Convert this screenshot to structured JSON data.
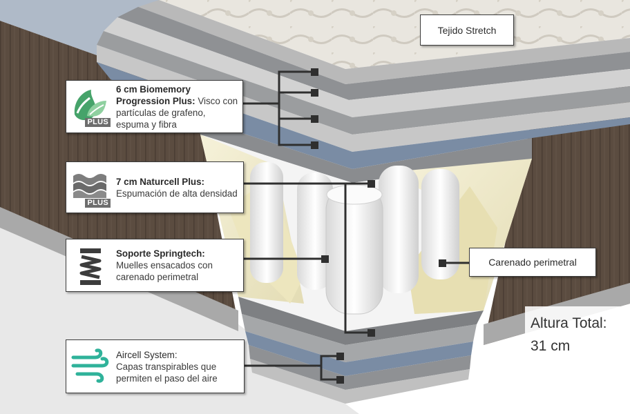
{
  "labels": {
    "tejido": "Tejido Stretch",
    "carenado": "Carenado perimetral"
  },
  "callouts": {
    "biomemory": {
      "title": "6 cm Biomemory Progression Plus:",
      "body": " Visco con partículas de grafeno, espuma y fibra",
      "badge": "PLUS",
      "icon": "leaf-icon"
    },
    "naturcell": {
      "title": "7 cm Naturcell Plus:",
      "body": "Espumación de alta densidad",
      "badge": "PLUS",
      "icon": "foam-waves-icon"
    },
    "springtech": {
      "title": "Soporte Springtech:",
      "body": "Muelles ensacados con carenado perimetral",
      "icon": "spring-icon"
    },
    "aircell": {
      "title": "Aircell System:",
      "body": "Capas transpirables que permiten el paso del aire",
      "icon": "air-flow-icon"
    }
  },
  "height": {
    "line1": "Altura Total:",
    "line2": "31 cm"
  },
  "colors": {
    "cover": "#e7e3dc",
    "side_fabric": "#5a4b3f",
    "layer_gray": "#8a8c8f",
    "foam_blue": "#7a8ca4",
    "foam_cream": "#ede8c8",
    "spring_white": "#f2f2f2",
    "air_icon": "#2fb29a",
    "leaf_icon": "#46a36a"
  }
}
